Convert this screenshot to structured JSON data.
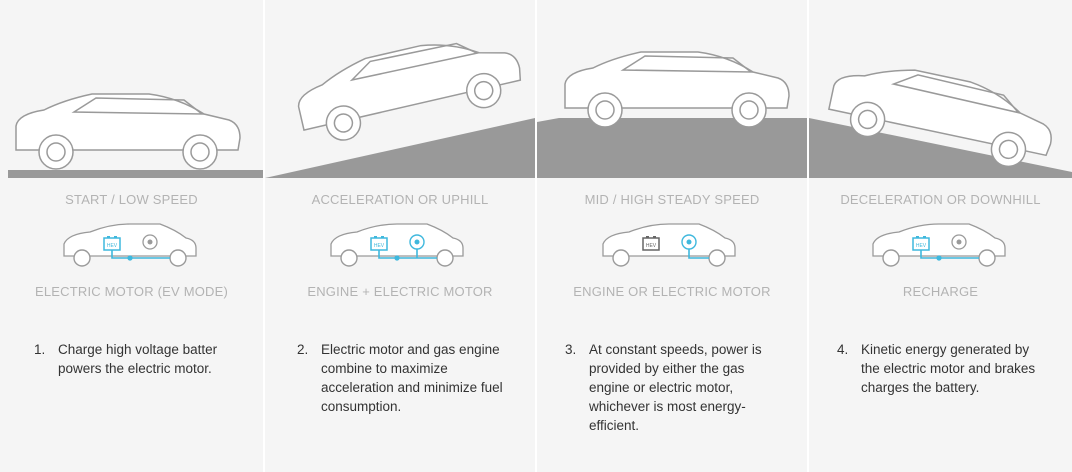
{
  "colors": {
    "panel_bg": "#f5f5f5",
    "ground": "#999999",
    "label": "#b3b3b3",
    "text": "#333333",
    "accent": "#3fb8dd",
    "car_line": "#999999"
  },
  "stages": [
    {
      "stage": "START / LOW SPEED",
      "mode": "ELECTRIC MOTOR (EV MODE)",
      "number": "1.",
      "description": "Charge high voltage batter powers the electric motor.",
      "battery_icon": "battery-active-icon",
      "engine_icon": "engine-icon",
      "terrain": "flat-road-icon"
    },
    {
      "stage": "ACCELERATION OR UPHILL",
      "mode": "ENGINE + ELECTRIC MOTOR",
      "number": "2.",
      "description": "Electric motor and gas engine combine to maximize acceleration and minimize fuel consumption.",
      "battery_icon": "battery-active-icon",
      "engine_icon": "engine-active-icon",
      "terrain": "uphill-road-icon"
    },
    {
      "stage": "MID / HIGH STEADY SPEED",
      "mode": "ENGINE OR ELECTRIC MOTOR",
      "number": "3.",
      "description": "At constant speeds, power is provided by either the gas engine or electric motor, whichever is most energy-efficient.",
      "battery_icon": "battery-icon",
      "engine_icon": "engine-active-icon",
      "terrain": "plateau-road-icon"
    },
    {
      "stage": "DECELERATION OR DOWNHILL",
      "mode": "RECHARGE",
      "number": "4.",
      "description": "Kinetic energy generated by the electric motor and brakes charges the battery.",
      "battery_icon": "battery-charging-icon",
      "engine_icon": "engine-icon",
      "terrain": "downhill-road-icon"
    }
  ],
  "battery_badge": "HEV"
}
